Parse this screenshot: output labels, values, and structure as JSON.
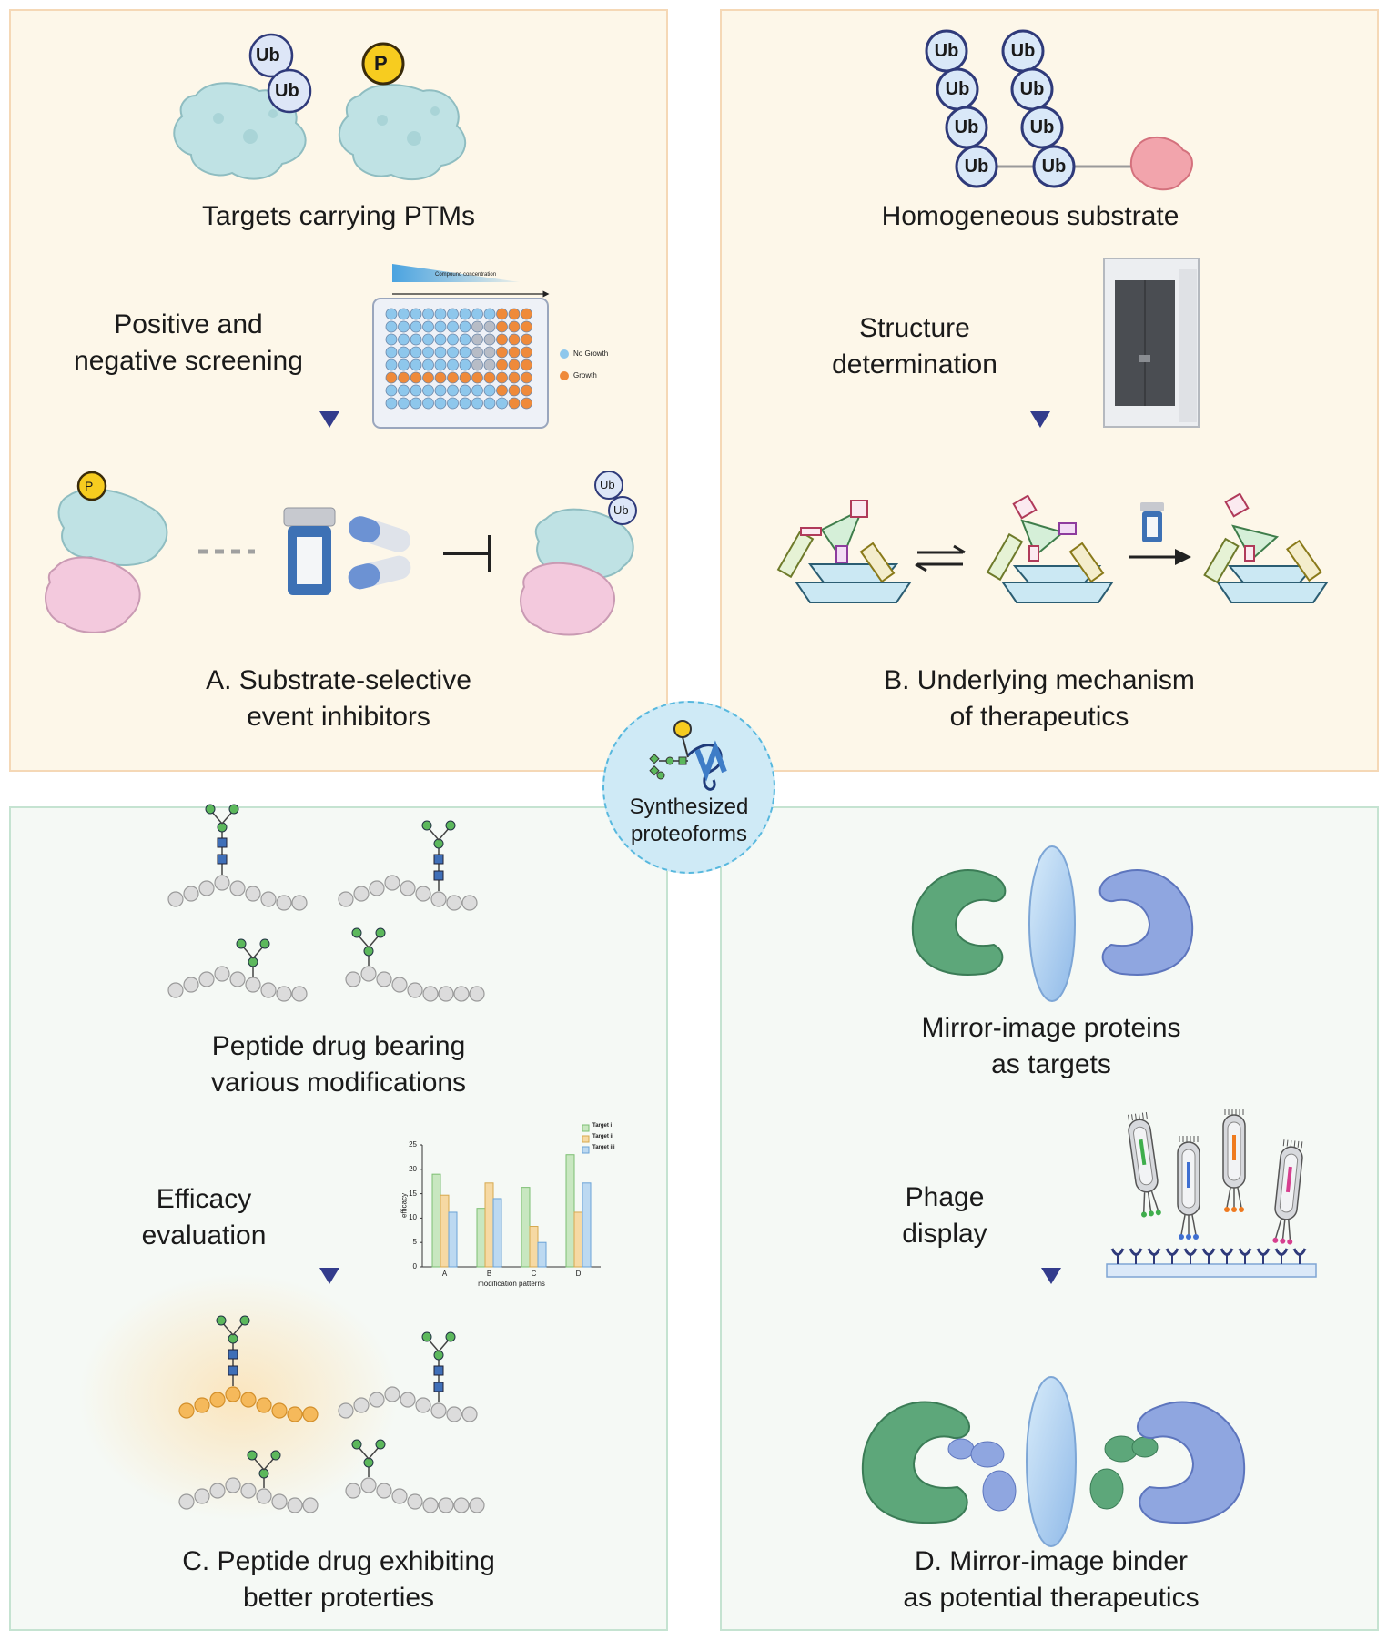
{
  "panel_a": {
    "ub1": "Ub",
    "ub2": "Ub",
    "p1": "P",
    "targets": "Targets carrying PTMs",
    "screen_1": "Positive and",
    "screen_2": "negative screening",
    "plate_header": "Compound concentration",
    "legend_no": "No Growth",
    "legend_yes": "Growth",
    "p2": "P",
    "ub3": "Ub",
    "ub4": "Ub",
    "title_1": "A. Substrate-selective",
    "title_2": "event inhibitors"
  },
  "panel_b": {
    "ub": "Ub",
    "substrate": "Homogeneous substrate",
    "struct_1": "Structure",
    "struct_2": "determination",
    "title_1": "B. Underlying mechanism",
    "title_2": "of therapeutics"
  },
  "hub": {
    "line1": "Synthesized",
    "line2": "proteoforms"
  },
  "panel_c": {
    "peptide_1": "Peptide drug bearing",
    "peptide_2": "various modifications",
    "eff_1": "Efficacy",
    "eff_2": "evaluation",
    "title_1": "C. Peptide drug exhibiting",
    "title_2": "better proterties"
  },
  "panel_d": {
    "mirror_1": "Mirror-image proteins",
    "mirror_2": "as targets",
    "phage_1": "Phage",
    "phage_2": "display",
    "title_1": "D. Mirror-image binder",
    "title_2": "as potential therapeutics"
  },
  "chart_data": {
    "type": "bar",
    "categories": [
      "A",
      "B",
      "C",
      "D"
    ],
    "series": [
      {
        "name": "Target i",
        "values": [
          19,
          12,
          16.3,
          23
        ]
      },
      {
        "name": "Target ii",
        "values": [
          14.7,
          17.2,
          8.3,
          11.2
        ]
      },
      {
        "name": "Target iii",
        "values": [
          11.2,
          14,
          5,
          17.2
        ]
      }
    ],
    "yticks": [
      "0",
      "5",
      "10",
      "15",
      "20",
      "25"
    ],
    "xlabel": "modification patterns",
    "ylabel": "efficacy",
    "ylim": [
      0,
      25
    ],
    "legend": "top-right",
    "colors": [
      "#c8e7c0",
      "#f6d9a3",
      "#bcd9f1"
    ],
    "edge_colors": [
      "#7cbf72",
      "#d6a94f",
      "#6ba3d6"
    ]
  }
}
